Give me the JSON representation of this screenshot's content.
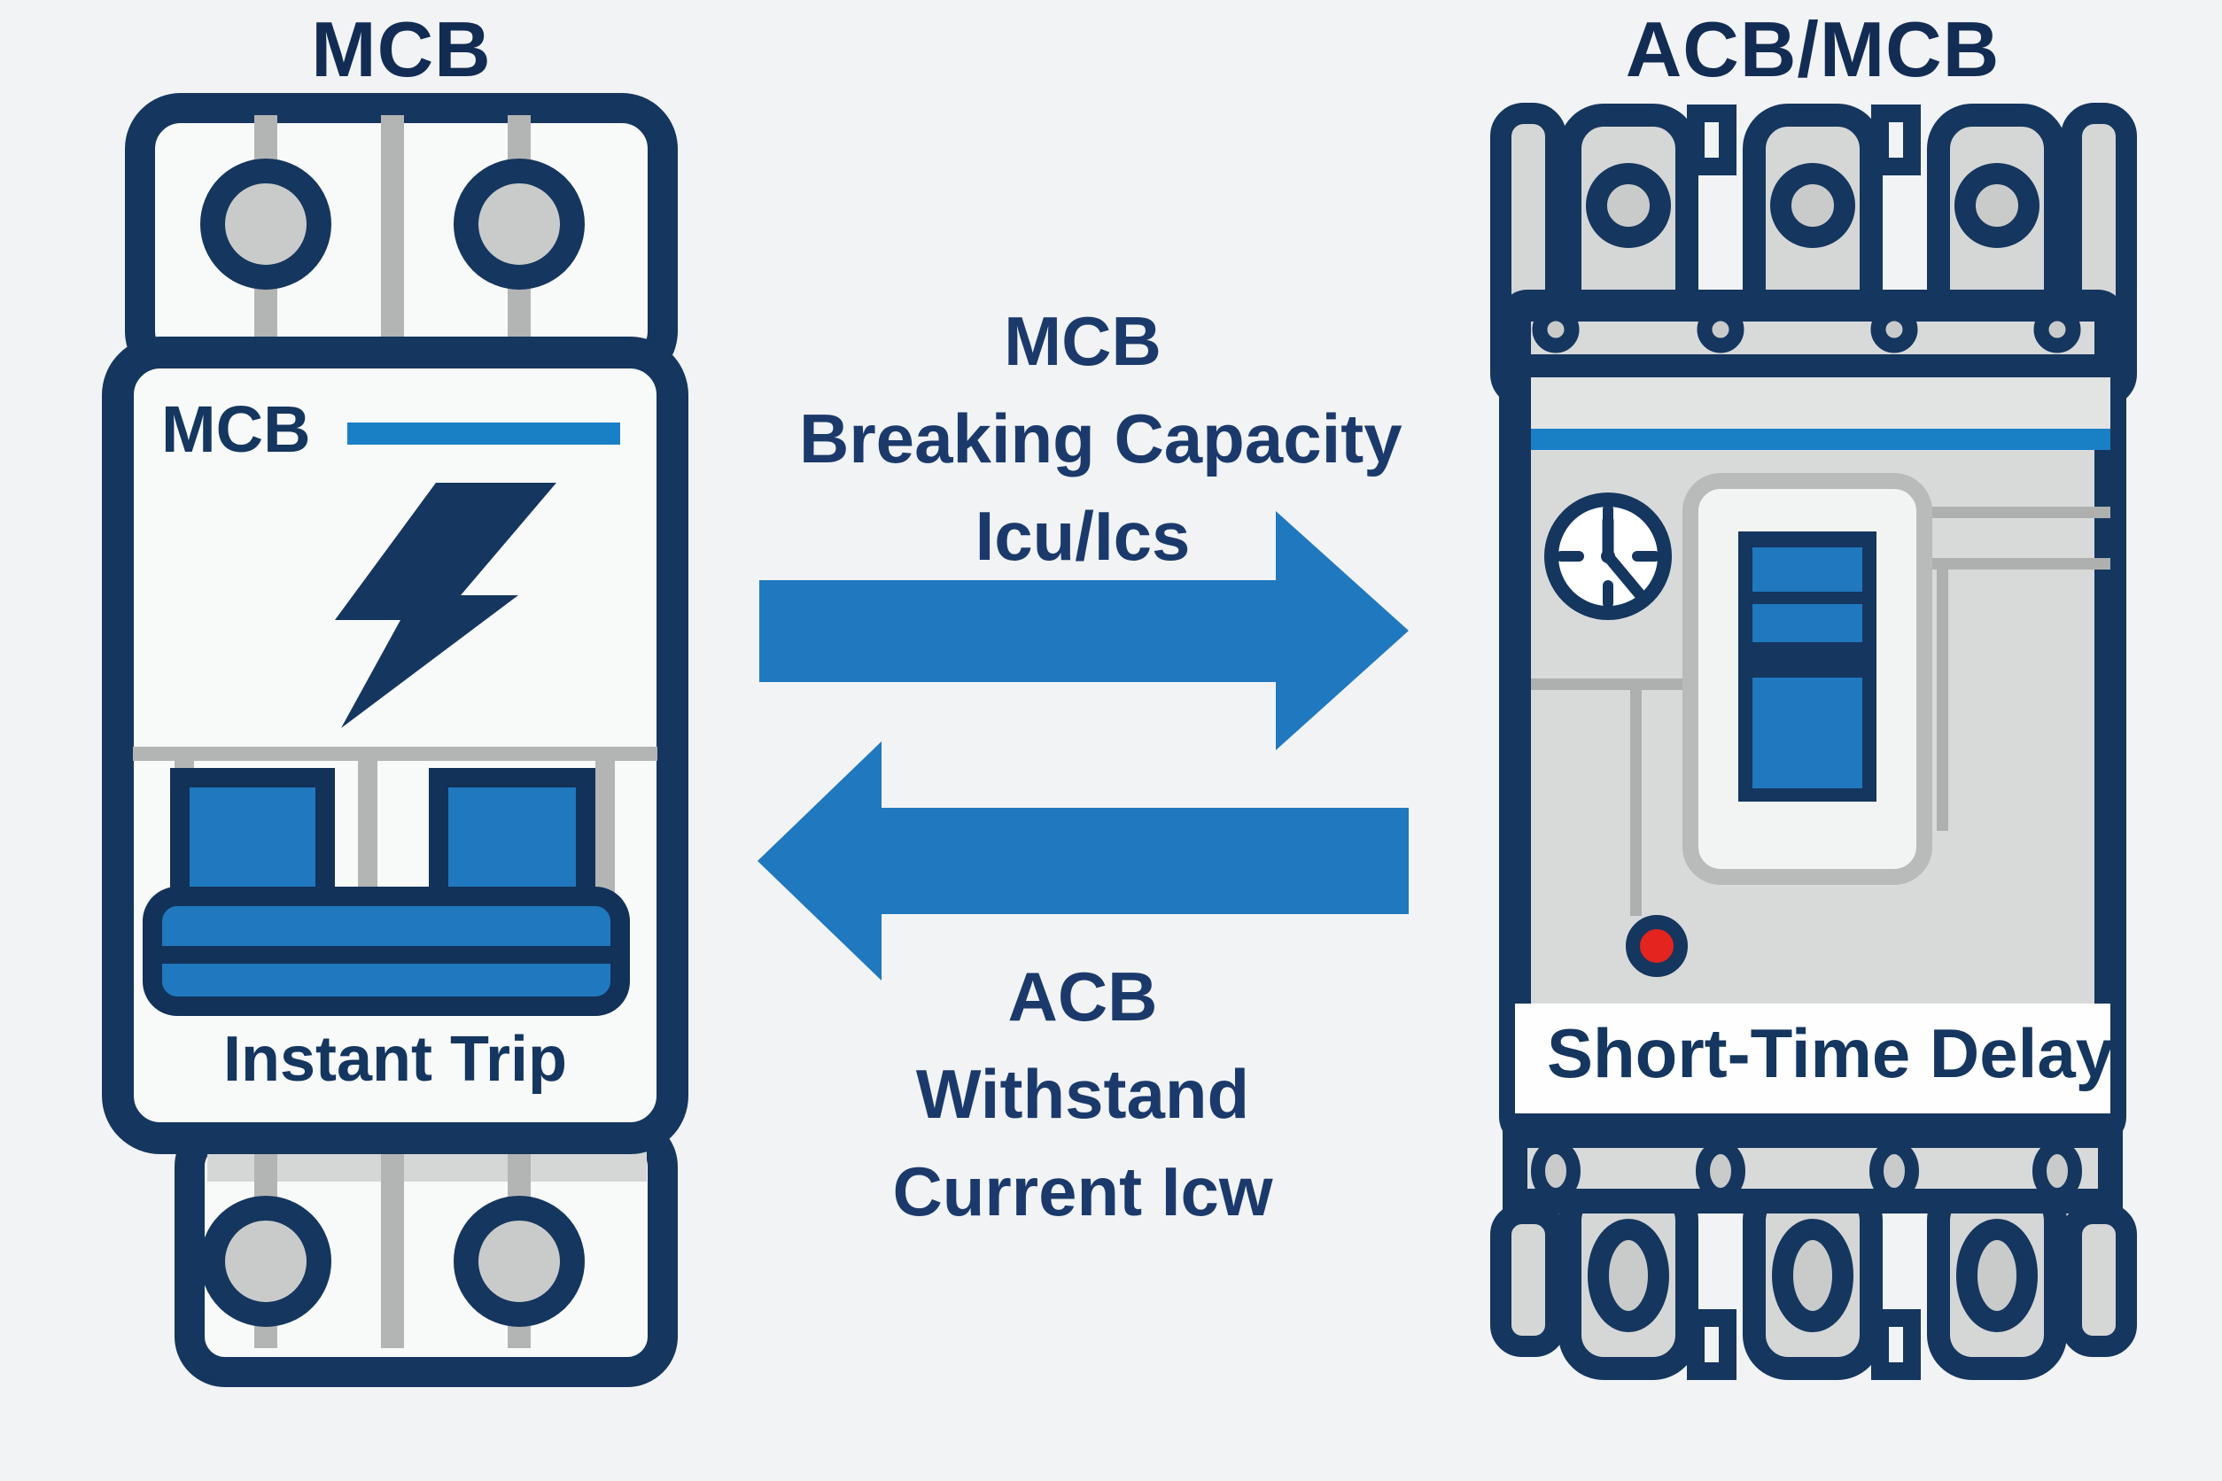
{
  "left_breaker": {
    "title": "MCB",
    "panel_label": "MCB",
    "trip_label": "Instant Trip",
    "icon": "lightning-bolt-icon"
  },
  "right_breaker": {
    "title": "ACB/MCB",
    "delay_label": "Short-Time Delay",
    "icons": [
      "clock-icon",
      "switch-plate",
      "red-indicator-led"
    ]
  },
  "flow": {
    "forward": {
      "line1": "MCB",
      "line2": "Breaking Capacity",
      "line3": "Icu/Ics",
      "icon": "right-arrow-icon"
    },
    "backward": {
      "line1": "ACB",
      "line2": "Withstand",
      "line3": "Current Icw",
      "icon": "left-arrow-icon"
    }
  },
  "colors": {
    "navy_outline": "#15365e",
    "arrow_blue": "#2078be",
    "accent_blue": "#1a80c6",
    "led_red": "#e3241f",
    "background": "#f1f3f4"
  }
}
